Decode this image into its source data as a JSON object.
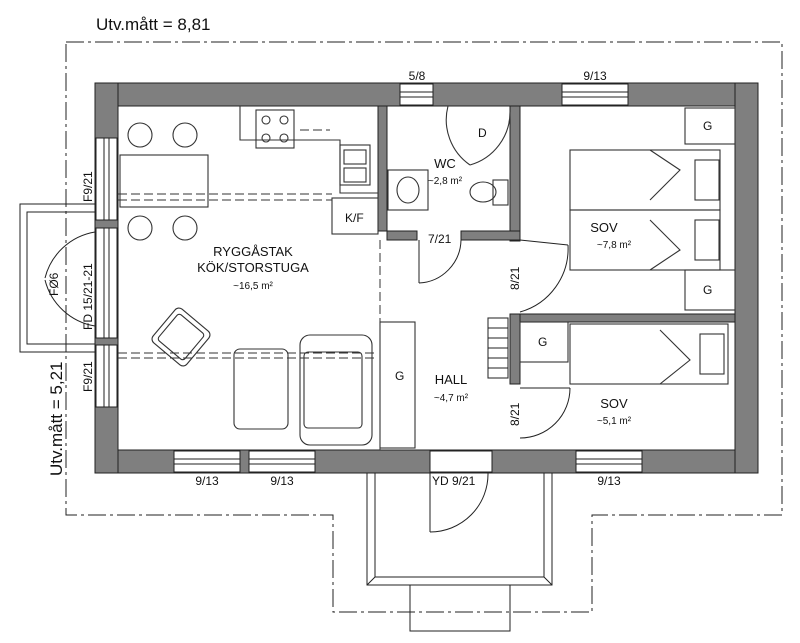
{
  "outer_dimensions": {
    "width_label": "Utv.mått = 8,81",
    "depth_label": "Utv.mått = 5,21"
  },
  "rooms": [
    {
      "id": "living",
      "name_line1": "RYGGÅSTAK",
      "name_line2": "KÖK/STORSTUGA",
      "area": "~16,5 m²"
    },
    {
      "id": "wc",
      "name": "WC",
      "area": "~2,8 m²"
    },
    {
      "id": "bed1",
      "name": "SOV",
      "area": "~7,8 m²"
    },
    {
      "id": "bed2",
      "name": "SOV",
      "area": "~5,1 m²"
    },
    {
      "id": "hall",
      "name": "HALL",
      "area": "~4,7 m²"
    }
  ],
  "window_labels": {
    "wc_top": "5/8",
    "bed1_top": "9/13",
    "living_bottom_left": "9/13",
    "living_bottom_right": "9/13",
    "bed2_bottom": "9/13",
    "left_upper": "F9/21",
    "left_lower": "F9/21",
    "left_door": "FD 15/21-21",
    "porch": "FØ6"
  },
  "door_labels": {
    "wc_door": "7/21",
    "bed1_door": "8/21",
    "bed2_door": "8/21",
    "entry_door": "YD 9/21"
  },
  "fixture_labels": {
    "fridge": "K/F",
    "dishwasher": "D",
    "wardrobe": "G"
  }
}
